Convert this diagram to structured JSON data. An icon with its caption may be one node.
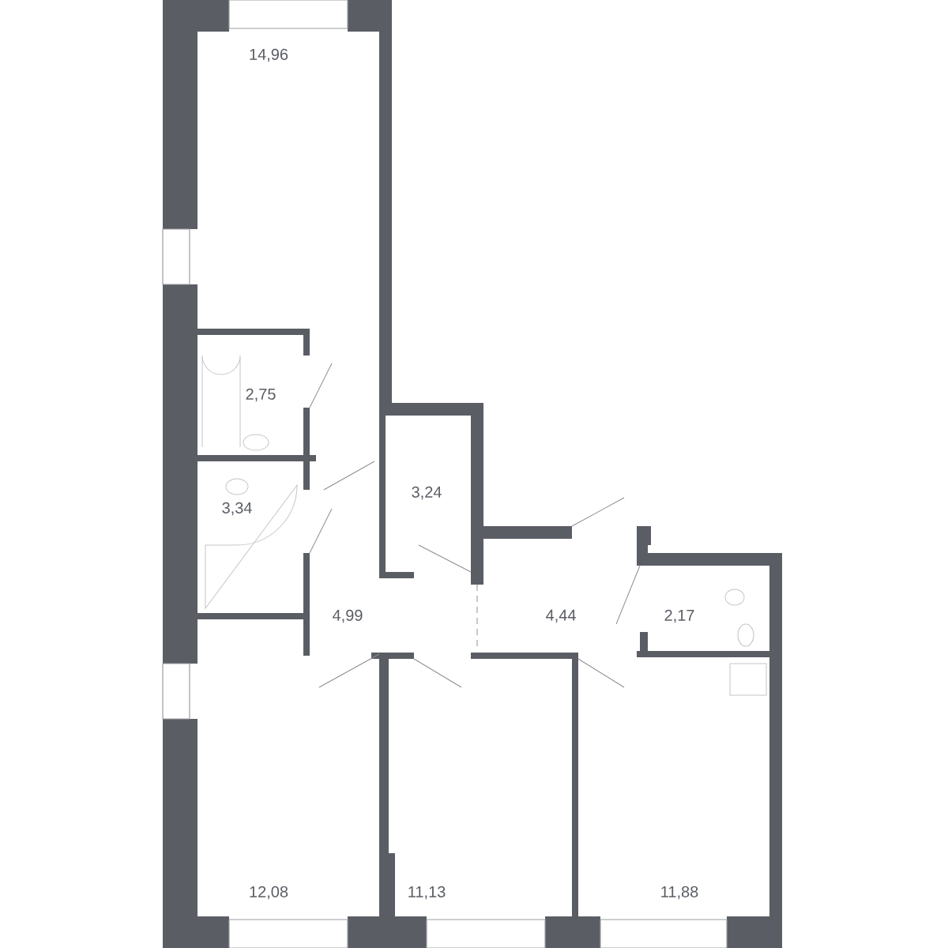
{
  "diagram": {
    "labels": [
      "14,96",
      "2,75",
      "3,24",
      "3,34",
      "4,99",
      "4,44",
      "2,17",
      "12,08",
      "11,13",
      "11,88"
    ]
  }
}
